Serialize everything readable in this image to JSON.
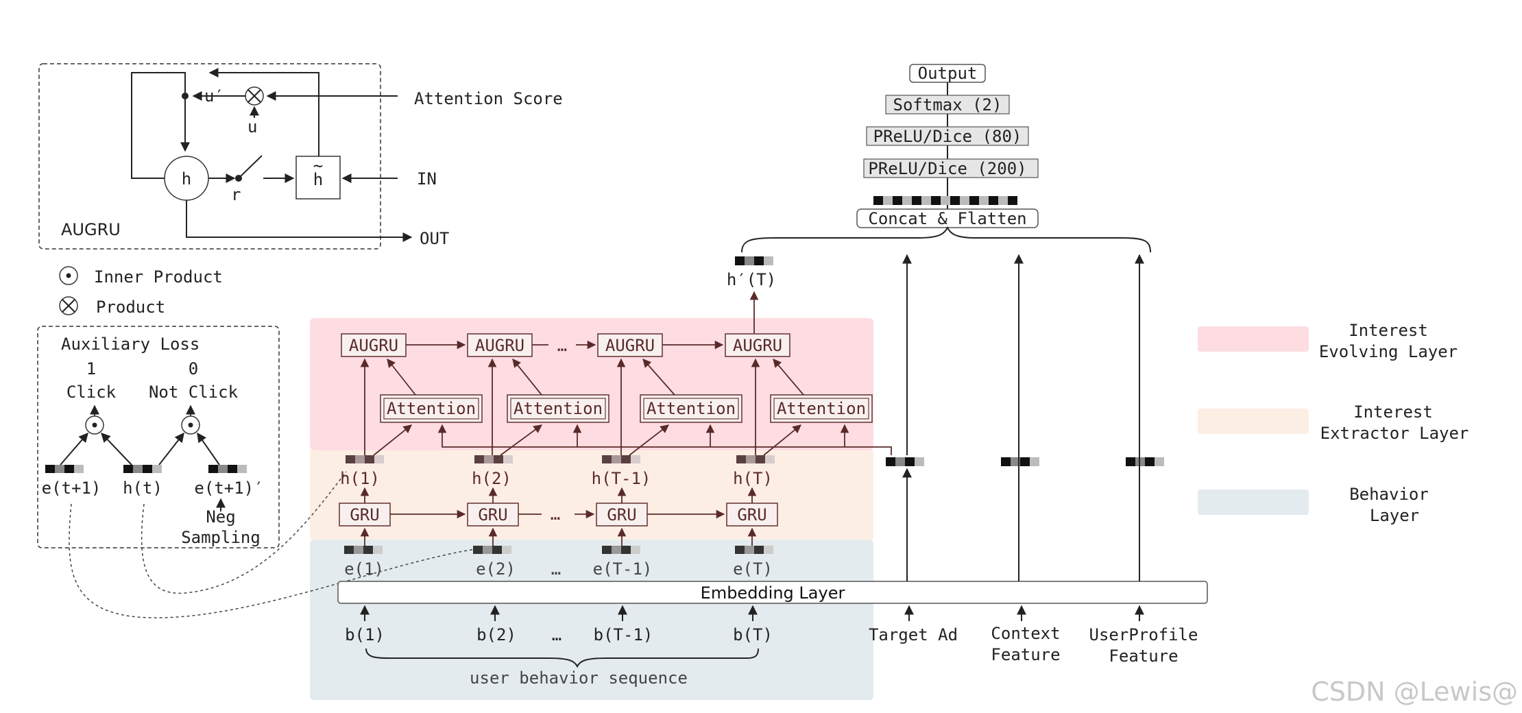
{
  "augru_panel": {
    "label": "AUGRU",
    "attention_score": "Attention Score",
    "in": "IN",
    "out": "OUT",
    "h": "h",
    "h_tilde": "h",
    "u_prime": "u′",
    "u": "u",
    "r": "r"
  },
  "legend_ops": {
    "inner_product": "Inner Product",
    "product": "Product"
  },
  "aux_loss": {
    "title": "Auxiliary Loss",
    "click_value": "1",
    "click_label": "Click",
    "not_click_value": "0",
    "not_click_label": "Not Click",
    "e_next": "e(t+1)",
    "h_t": "h(t)",
    "e_neg": "e(t+1)′",
    "neg_line1": "Neg",
    "neg_line2": "Sampling"
  },
  "output_stack": {
    "output": "Output",
    "softmax": "Softmax (2)",
    "prelu80": "PReLU/Dice (80)",
    "prelu200": "PReLU/Dice (200)",
    "concat": "Concat & Flatten",
    "h_prime_T": "h′(T)"
  },
  "evolving_layer": {
    "augru_labels": [
      "AUGRU",
      "AUGRU",
      "AUGRU",
      "AUGRU"
    ],
    "attention_labels": [
      "Attention",
      "Attention",
      "Attention",
      "Attention"
    ],
    "ellipsis": "…"
  },
  "extractor_layer": {
    "h_labels": [
      "h(1)",
      "h(2)",
      "h(T-1)",
      "h(T)"
    ],
    "gru_labels": [
      "GRU",
      "GRU",
      "GRU",
      "GRU"
    ],
    "ellipsis": "…"
  },
  "behavior_layer": {
    "e_labels": [
      "e(1)",
      "e(2)",
      "e(T-1)",
      "e(T)"
    ],
    "b_labels": [
      "b(1)",
      "b(2)",
      "b(T-1)",
      "b(T)"
    ],
    "ellipsis": "…",
    "sequence_label": "user behavior sequence"
  },
  "embedding_layer": "Embedding Layer",
  "features": {
    "target_ad": "Target Ad",
    "context_1": "Context",
    "context_2": "Feature",
    "profile_1": "UserProfile",
    "profile_2": "Feature"
  },
  "layer_legend": {
    "evolving_1": "Interest",
    "evolving_2": "Evolving Layer",
    "extractor_1": "Interest",
    "extractor_2": "Extractor Layer",
    "behavior_1": "Behavior",
    "behavior_2": "Layer"
  },
  "watermark": "CSDN @Lewis@",
  "colors": {
    "evolving": "#fddde2",
    "extractor": "#fdeee3",
    "behavior": "#e3ebee"
  }
}
